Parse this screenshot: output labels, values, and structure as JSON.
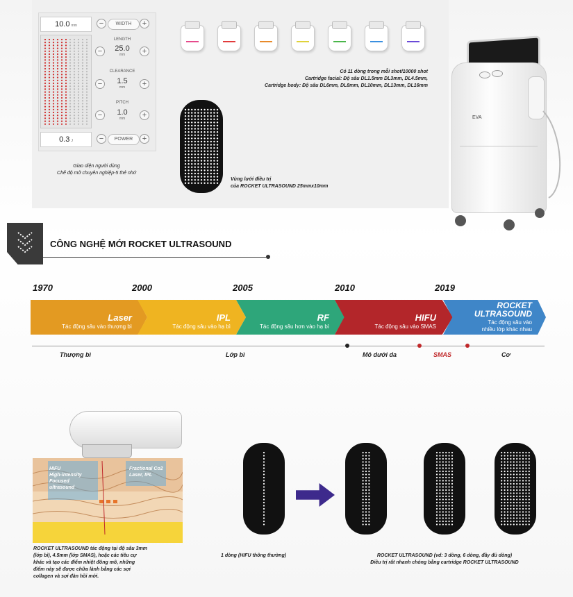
{
  "ui_panel": {
    "width": {
      "value": "10.0",
      "unit": "mm",
      "label": "WIDTH"
    },
    "length": {
      "label": "LENGTH",
      "value": "25.0",
      "unit": "mm"
    },
    "clearance": {
      "label": "CLEARANCE",
      "value": "1.5",
      "unit": "mm"
    },
    "pitch": {
      "label": "PITCH",
      "value": "1.0",
      "unit": "mm"
    },
    "power": {
      "value": "0.3",
      "unit": "J",
      "label": "POWER"
    },
    "minus_symbol": "−",
    "plus_symbol": "+",
    "caption_line1": "Giao diện người dùng",
    "caption_line2": "Chế độ mở chuyên nghiệp-5 thẻ nhớ"
  },
  "cartridges": {
    "stripe_colors": [
      "#e64a8c",
      "#e23b3b",
      "#e88a2a",
      "#e0d23a",
      "#4ab64a",
      "#3a8fe0",
      "#6a4ad8"
    ],
    "desc_line1": "Có 11 dòng trong mỗi shot/10000 shot",
    "desc_line2": "Cartridge facial: Độ sâu DL1.5mm DL3mm, DL4.5mm,",
    "desc_line3": "Cartridge body: Độ sâu DL6mm, DL8mm, DL10mm, DL13mm, DL16mm"
  },
  "treatment_grid": {
    "caption_line1": "Vùng lưới điều trị",
    "caption_line2": "của ROCKET ULTRASOUND 25mmx10mm"
  },
  "machine": {
    "brand": "EVA"
  },
  "section": {
    "title": "CÔNG NGHỆ MỚI ROCKET ULTRASOUND"
  },
  "timeline": {
    "years": [
      "1970",
      "2000",
      "2005",
      "2010",
      "2019"
    ],
    "segments": [
      {
        "title": "Laser",
        "sub": "Tác động sâu vào thượng bì",
        "color": "#e39a22"
      },
      {
        "title": "IPL",
        "sub": "Tác động sâu vào hạ bì",
        "color": "#efb421"
      },
      {
        "title": "RF",
        "sub": "Tác động sâu hơn vào hạ bì",
        "color": "#2ea67a"
      },
      {
        "title": "HIFU",
        "sub": "Tác động sâu vào SMAS",
        "color": "#b3262a"
      },
      {
        "title_line1": "ROCKET",
        "title_line2": "ULTRASOUND",
        "sub_line1": "Tác động sâu vào",
        "sub_line2": "nhiều lớp khác nhau",
        "color": "#3f86c8"
      }
    ],
    "layers": [
      "Thượng bì",
      "Lớp bì",
      "Mô dưới da",
      "SMAS",
      "Cơ"
    ],
    "smas_color": "#c0282a"
  },
  "bottom": {
    "hifu_label_line1": "HIFU",
    "hifu_label_line2": "High-intensity",
    "hifu_label_line3": "Focused",
    "hifu_label_line4": "ultrasound",
    "fractional_line1": "Fractional Co2",
    "fractional_line2": "Laser, IPL",
    "desc_line1": "ROCKET ULTRASOUND tác động tại độ sâu 3mm",
    "desc_line2": "(lớp bì), 4.5mm (lớp SMAS), hoặc các tiêu cự",
    "desc_line3": "khác và tạo các điểm nhiệt đông mô, những",
    "desc_line4": "điểm này sẽ được chữa lành bằng các sợi",
    "desc_line5": "collagen và sợi đàn hồi mới.",
    "single_caption": "1 dòng (HIFU thông thường)",
    "rocket_caption_line1": "ROCKET ULTRASOUND (vd: 3 dòng, 6 dòng, đầy đủ dòng)",
    "rocket_caption_line2": "Điều trị rất nhanh chóng bằng cartridge ROCKET ULTRASOUND"
  }
}
